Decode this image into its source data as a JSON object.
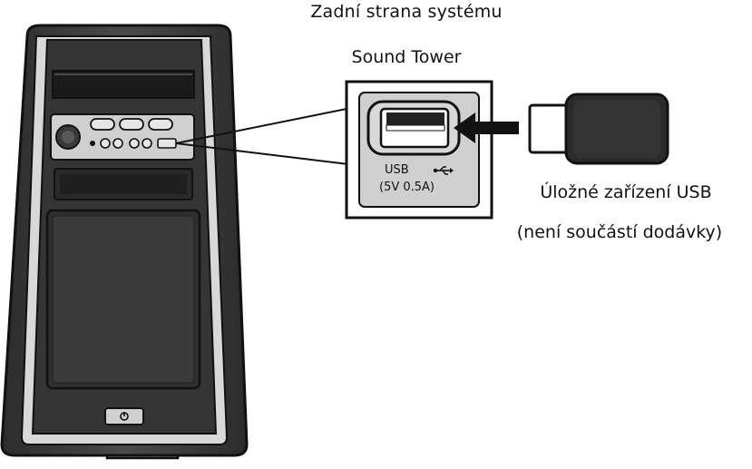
{
  "labels": {
    "tower_line1": "Zadní strana systému",
    "tower_line2": "Sound Tower",
    "port_line1": "USB",
    "port_line2": "(5V 0.5A)",
    "device_line1": "Úložné zařízení USB",
    "device_line2": "(není součástí dodávky)"
  },
  "icons": {
    "usb_symbol": "usb-symbol-icon",
    "power": "power-icon"
  },
  "colors": {
    "outline": "#111111",
    "body_dark": "#3a3a3a",
    "body_light": "#d9d9d9",
    "panel_gray": "#cfcfcf",
    "arrow": "#111111"
  }
}
